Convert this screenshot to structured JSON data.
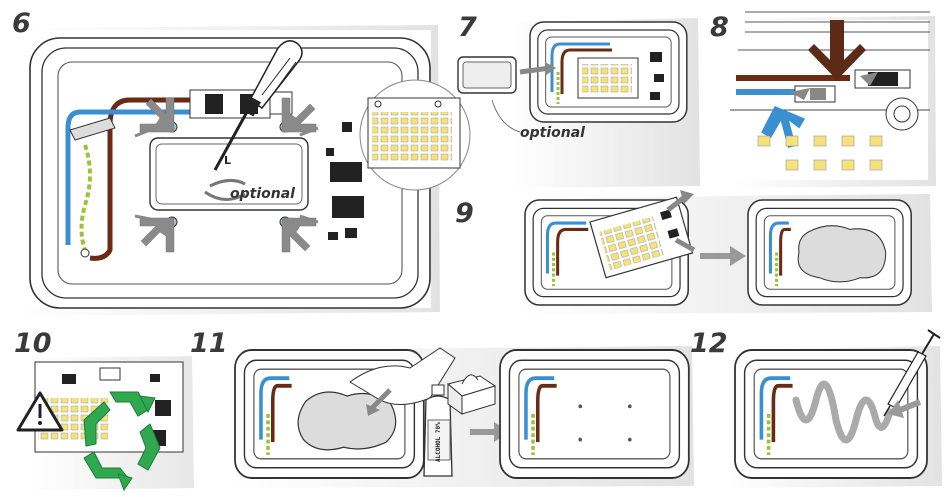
{
  "steps": [
    {
      "number": "6",
      "optional_label": "optional",
      "wire_label": "L"
    },
    {
      "number": "7",
      "optional_label": "optional"
    },
    {
      "number": "8"
    },
    {
      "number": "9"
    },
    {
      "number": "10"
    },
    {
      "number": "11",
      "bottle_label": "ALCOHOL 70%"
    },
    {
      "number": "12"
    }
  ],
  "icons": [
    "screwdriver-icon",
    "arrow-icon",
    "led-module-icon",
    "warning-icon",
    "recycle-icon",
    "tissue-box-icon",
    "alcohol-bottle-icon",
    "syringe-icon",
    "thermal-paste-icon"
  ],
  "colors": {
    "blue_wire": "#3a8fd0",
    "brown_wire": "#6a2a14",
    "earth_wire": "#9bc23c",
    "recycle_green": "#2fa84f",
    "arrow_gray": "#8a8a8a",
    "led_yellow": "#f6e27a"
  }
}
